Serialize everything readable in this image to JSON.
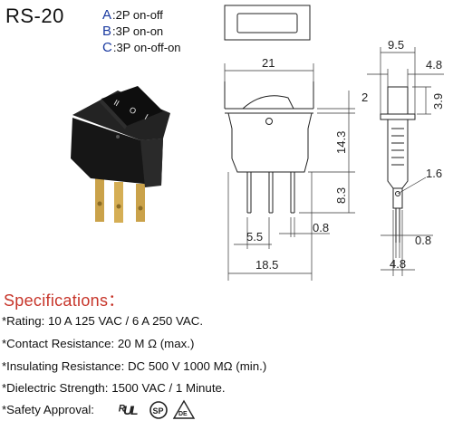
{
  "header": {
    "model": "RS-20",
    "options": [
      {
        "key": "A",
        "text": ":2P on-off"
      },
      {
        "key": "B",
        "text": ":3P on-on"
      },
      {
        "key": "C",
        "text": ":3P on-off-on"
      }
    ]
  },
  "drawing": {
    "dims": {
      "width_21": "21",
      "width_9_5": "9.5",
      "depth_4_8_top": "4.8",
      "rocker_2": "2",
      "body_14_3": "14.3",
      "term_8_3": "8.3",
      "side_3_9": "3.9",
      "hole_1_6": "1.6",
      "pitch_5_5": "5.5",
      "term_0_8": "0.8",
      "side_0_8": "0.8",
      "base_18_5": "18.5",
      "depth_4_8_bottom": "4.8"
    },
    "photo_marks": [
      "II",
      "O",
      "I"
    ]
  },
  "specs": {
    "title": "Specifications：",
    "rating": "*Rating: 10 A  125 VAC / 6 A  250 VAC.",
    "contact": "*Contact Resistance: 20 M Ω  (max.)",
    "insulating": "*Insulating Resistance: DC 500 V  1000 MΩ  (min.)",
    "dielectric": "*Dielectric Strength: 1500 VAC / 1 Minute.",
    "safety": "*Safety Approval:"
  },
  "colors": {
    "title": "#c7352a",
    "option_key": "#1a3aa0",
    "switch_body": "#1b1b1b",
    "pins": "#c9a24a"
  },
  "approval_icons": [
    "ul-recognized-icon",
    "csa-icon",
    "vde-triangle-icon"
  ]
}
